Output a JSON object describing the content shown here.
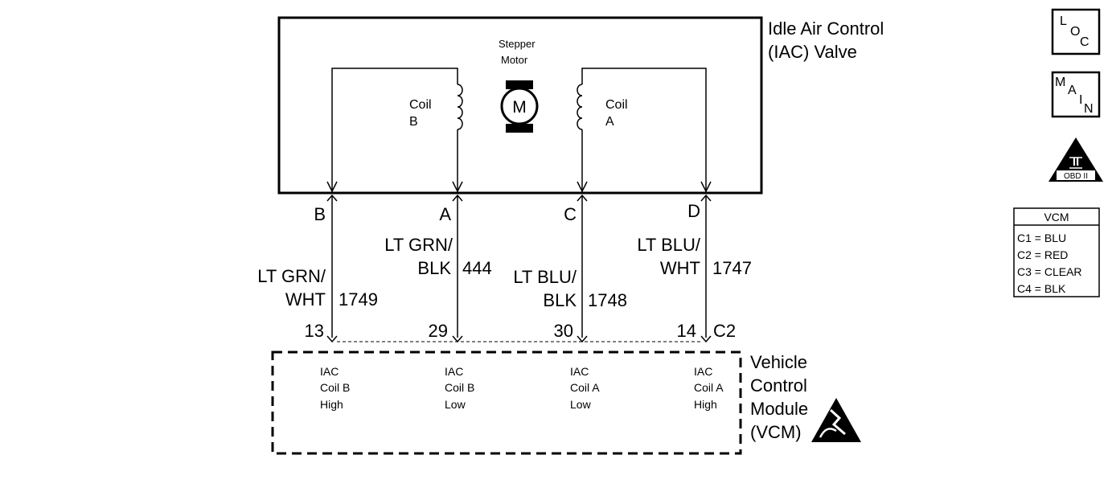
{
  "iac_valve": {
    "title_line1": "Idle Air Control",
    "title_line2": "(IAC) Valve",
    "motor_label_line1": "Stepper",
    "motor_label_line2": "Motor",
    "motor_symbol": "M",
    "coil_b_line1": "Coil",
    "coil_b_line2": "B",
    "coil_a_line1": "Coil",
    "coil_a_line2": "A"
  },
  "wires": [
    {
      "pin": "B",
      "color_line1": "LT GRN/",
      "color_line2": "WHT",
      "circuit": "1749",
      "vcm_pin": "13"
    },
    {
      "pin": "A",
      "color_line1": "LT GRN/",
      "color_line2": "BLK",
      "circuit": "444",
      "vcm_pin": "29"
    },
    {
      "pin": "C",
      "color_line1": "LT BLU/",
      "color_line2": "BLK",
      "circuit": "1748",
      "vcm_pin": "30"
    },
    {
      "pin": "D",
      "color_line1": "LT BLU/",
      "color_line2": "WHT",
      "circuit": "1747",
      "vcm_pin": "14"
    }
  ],
  "connector": "C2",
  "vcm": {
    "title_line1": "Vehicle",
    "title_line2": "Control",
    "title_line3": "Module",
    "title_line4": "(VCM)",
    "inputs": [
      {
        "line1": "IAC",
        "line2": "Coil B",
        "line3": "High"
      },
      {
        "line1": "IAC",
        "line2": "Coil B",
        "line3": "Low"
      },
      {
        "line1": "IAC",
        "line2": "Coil A",
        "line3": "Low"
      },
      {
        "line1": "IAC",
        "line2": "Coil A",
        "line3": "High"
      }
    ]
  },
  "loc_icon": {
    "l": "L",
    "o": "O",
    "c": "C"
  },
  "main_icon": {
    "m": "M",
    "a": "A",
    "i": "I",
    "n": "N"
  },
  "obd_icon": {
    "numeral": "II",
    "label": "OBD II"
  },
  "vcm_legend": {
    "title": "VCM",
    "rows": [
      "C1 = BLU",
      "C2 = RED",
      "C3 = CLEAR",
      "C4 = BLK"
    ]
  }
}
